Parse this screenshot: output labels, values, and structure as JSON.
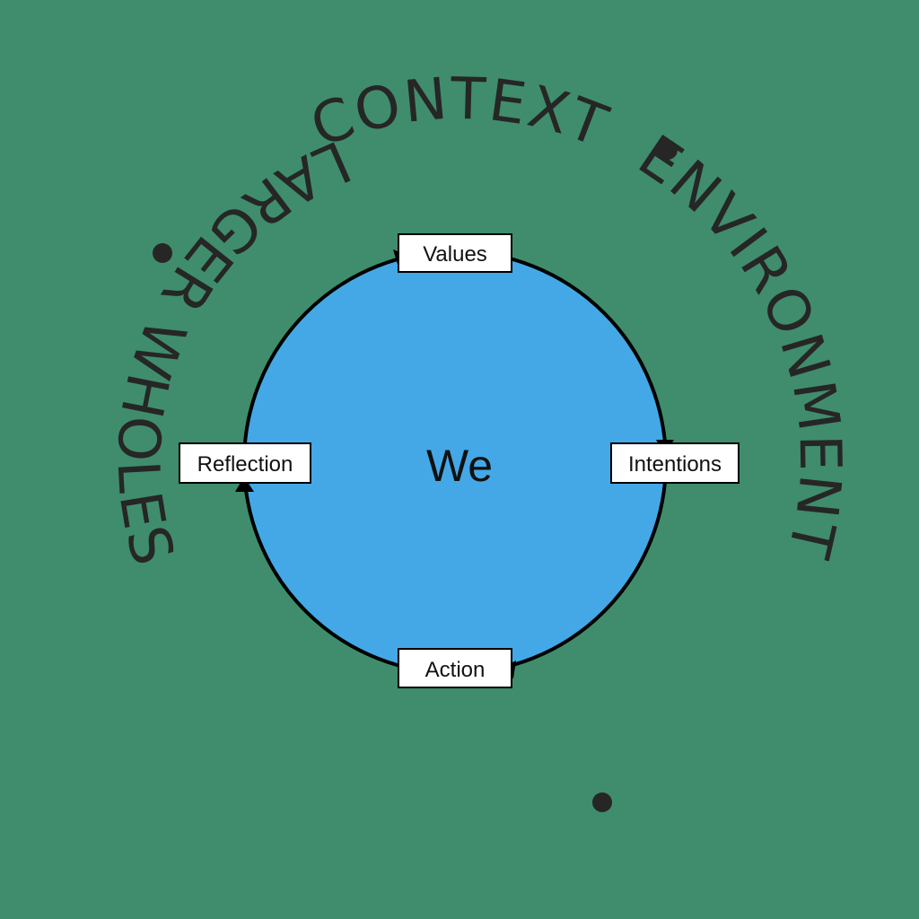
{
  "diagram": {
    "center": "We",
    "nodes": {
      "values": "Values",
      "intentions": "Intentions",
      "action": "Action",
      "reflection": "Reflection"
    },
    "ring": {
      "context": "CONTEXT",
      "environment": "ENVIRONMENT",
      "larger_wholes": "LARGER WHOLES"
    }
  },
  "colors": {
    "background": "#3f8d6c",
    "circle_fill": "#44a8e6",
    "ring_text": "#262626",
    "stroke": "#000000",
    "label_box": "#ffffff"
  }
}
